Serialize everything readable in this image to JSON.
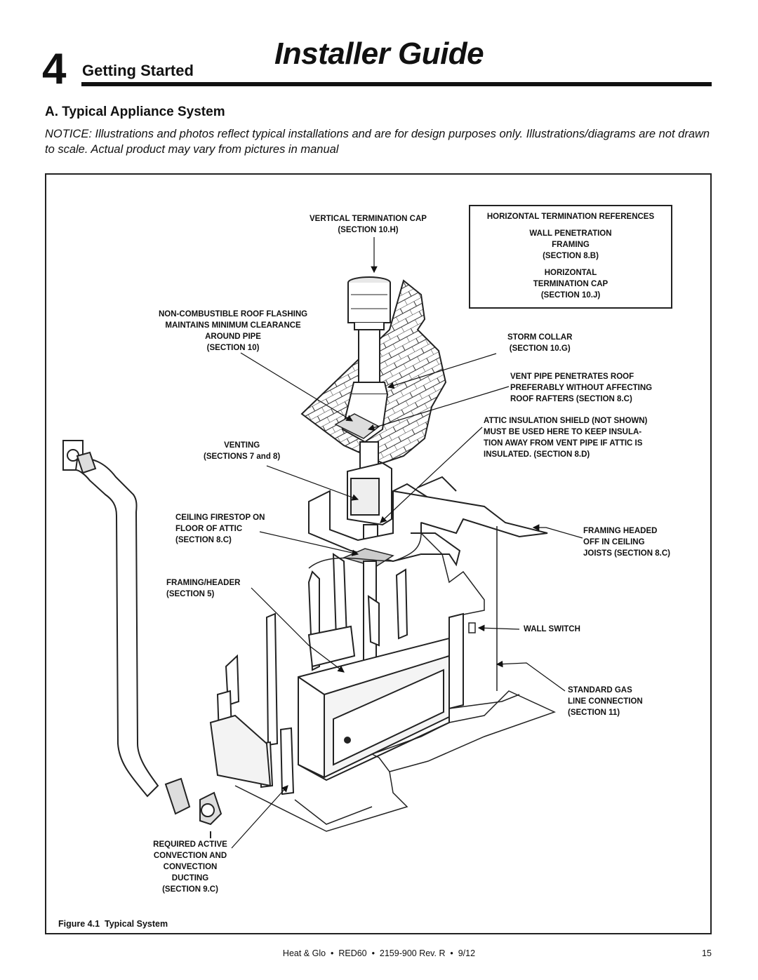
{
  "header": {
    "chapter_number": "4",
    "chapter_title": "Getting Started",
    "guide_title": "Installer Guide"
  },
  "section": {
    "heading": "A. Typical Appliance System",
    "notice_label": "NOTICE:",
    "notice_text": " Illustrations and photos reflect typical installations and are for design purposes only. Illustrations/diagrams are not drawn to scale. Actual product may vary from pictures in manual"
  },
  "figure": {
    "callouts": {
      "vertical_cap": [
        "VERTICAL TERMINATION CAP",
        "(SECTION 10.H)"
      ],
      "roof_flashing": [
        "NON-COMBUSTIBLE ROOF FLASHING",
        "MAINTAINS MINIMUM CLEARANCE",
        "AROUND PIPE",
        "(SECTION 10)"
      ],
      "venting": [
        "VENTING",
        "(SECTIONS 7 and 8)"
      ],
      "ceiling_firestop": [
        "CEILING FIRESTOP ON",
        "FLOOR OF ATTIC",
        "(SECTION 8.C)"
      ],
      "framing_header": [
        "FRAMING/HEADER",
        "(SECTION 5)"
      ],
      "convection": [
        "REQUIRED ACTIVE",
        "CONVECTION AND",
        "CONVECTION",
        "DUCTING",
        "(SECTION 9.C)"
      ],
      "storm_collar": [
        "STORM COLLAR",
        "(SECTION 10.G)"
      ],
      "vent_pipe": [
        "VENT PIPE PENETRATES ROOF",
        "PREFERABLY WITHOUT AFFECTING",
        "ROOF RAFTERS (SECTION 8.C)"
      ],
      "attic_shield": [
        "ATTIC INSULATION SHIELD (NOT SHOWN)",
        "MUST BE USED HERE TO KEEP INSULA-",
        "TION AWAY FROM VENT PIPE IF ATTIC IS",
        "INSULATED. (SECTION 8.D)"
      ],
      "framing_headed": [
        "FRAMING HEADED",
        "OFF IN CEILING",
        "JOISTS (SECTION 8.C)"
      ],
      "wall_switch": [
        "WALL SWITCH"
      ],
      "gas_line": [
        "STANDARD GAS",
        "LINE CONNECTION",
        "(SECTION 11)"
      ]
    },
    "references": {
      "title": "HORIZONTAL TERMINATION REFERENCES",
      "item1": [
        "WALL PENETRATION",
        "FRAMING",
        "(SECTION 8.B)"
      ],
      "item2": [
        "HORIZONTAL",
        "TERMINATION CAP",
        "(SECTION 10.J)"
      ]
    },
    "caption_label": "Figure 4.1",
    "caption_text": "Typical System"
  },
  "footer": {
    "text": "Heat & Glo  •  RED60  •  2159-900 Rev. R  •  9/12",
    "page_number": "15"
  }
}
